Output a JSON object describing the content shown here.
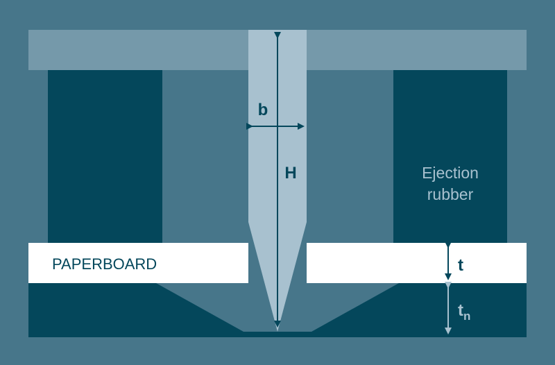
{
  "diagram": {
    "labels": {
      "width_symbol": "b",
      "height_symbol": "H",
      "ejection_rubber_line1": "Ejection",
      "ejection_rubber_line2": "rubber",
      "paperboard": "PAPERBOARD",
      "thickness_symbol": "t",
      "bottom_thickness_symbol": "t",
      "bottom_thickness_subscript": "n"
    },
    "colors": {
      "background": "#47768a",
      "top_plate": "#7599aa",
      "rubber_and_base": "#04475b",
      "blade": "#a8c1cf",
      "paperboard": "#ffffff",
      "blade_arrows": "#04475b",
      "thickness_arrows": "#04475b",
      "bottom_thickness_arrows": "#a8c1cf",
      "rubber_label": "#a8c1cf",
      "paperboard_label": "#04475b"
    }
  }
}
